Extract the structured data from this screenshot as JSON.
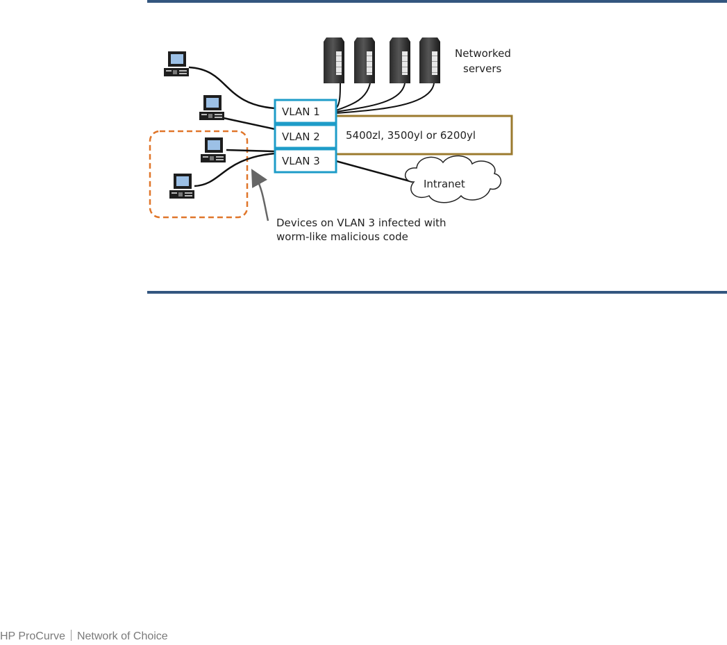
{
  "diagram": {
    "vlans": [
      "VLAN 1",
      "VLAN 2",
      "VLAN 3"
    ],
    "switch_label": "5400zl, 3500yl or 6200yl",
    "servers_label": [
      "Networked",
      "servers"
    ],
    "cloud_label": "Intranet",
    "annotation": [
      "Devices on VLAN 3 infected with",
      "worm-like malicious code"
    ]
  },
  "footer": {
    "brand": "HP ProCurve",
    "tagline": "Network of Choice"
  },
  "colors": {
    "rule": "#33567f",
    "vlan_border": "#1e9cc8",
    "switch_border": "#9b7a2e",
    "infected_outline": "#e0762a"
  }
}
